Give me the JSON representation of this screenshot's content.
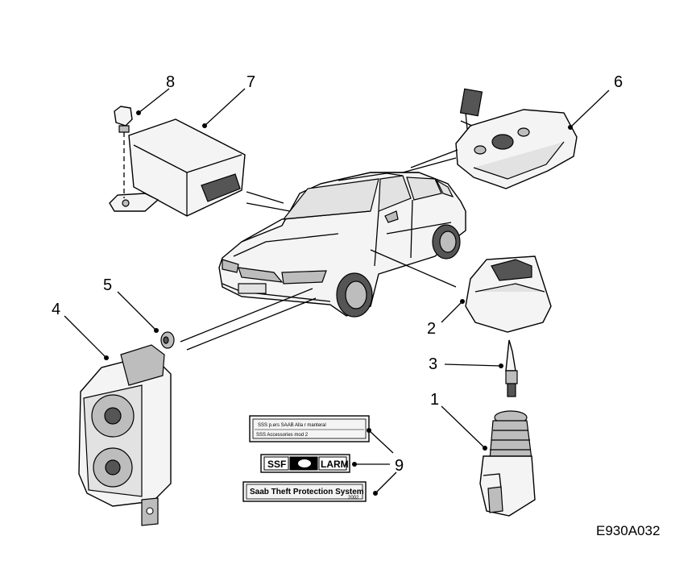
{
  "figure_code": "E930A032",
  "callouts": [
    "1",
    "2",
    "3",
    "4",
    "5",
    "6",
    "7",
    "8",
    "9"
  ],
  "labels": {
    "label_top_line1": "SSS p.ers SAAB Alla r manteral",
    "label_top_line2": "SSS Accessories    mod 2",
    "label_ssf_left": "SSF",
    "label_ssf_right": "LARM",
    "label_bottom": "Saab Theft Protection System",
    "label_bottom_small": "2002"
  }
}
